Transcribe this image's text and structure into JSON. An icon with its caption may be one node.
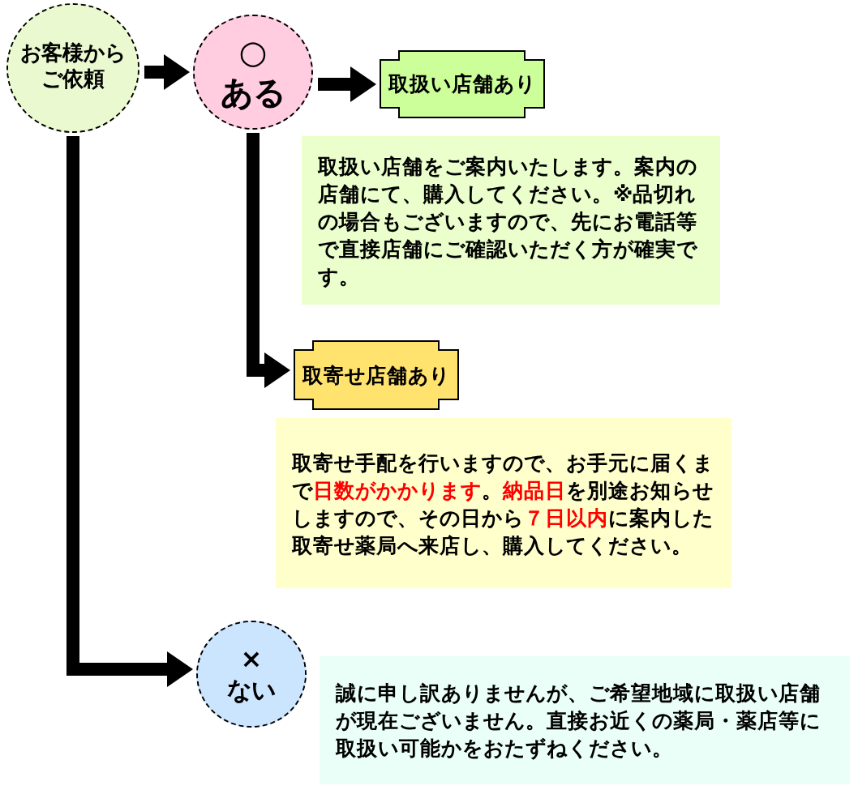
{
  "diagram": {
    "nodes": [
      {
        "text": [
          "お客様からご依頼"
        ]
      },
      {
        "text": [
          "○",
          "ある"
        ]
      },
      {
        "text": [
          "取扱い店舗あり"
        ]
      },
      {
        "text": [
          "取扱い店舗をご案内いたします。案内の店舗にて、購入してください。※品切れの場合もございますので、先にお電話等で直接店舗にご確認いただく方が確実です。"
        ]
      },
      {
        "text": [
          "取寄せ店舗あり"
        ]
      },
      {
        "text": [
          "取寄せ手配を行いますので、お手元に届くまで**日数がかかります**。**納品日**を別途お知らせしますので、その日から**７日以内**に案内した取寄せ薬局へ来店し、購入してください。"
        ]
      },
      {
        "text": [
          "×",
          "ない"
        ]
      },
      {
        "text": [
          "誠に申し訳ありませんが、ご希望地域に取扱い店舗が現在ございません。直接お近くの薬局・薬店等に取扱い可能かをおたずねください。"
        ]
      }
    ],
    "edges": [
      {
        "from": 0,
        "to": 1,
        "arrow": "to"
      },
      {
        "from": 1,
        "to": 2,
        "arrow": "to"
      },
      {
        "from": 1,
        "to": 4,
        "arrow": "to"
      },
      {
        "from": 0,
        "to": 6,
        "arrow": "to"
      }
    ]
  }
}
